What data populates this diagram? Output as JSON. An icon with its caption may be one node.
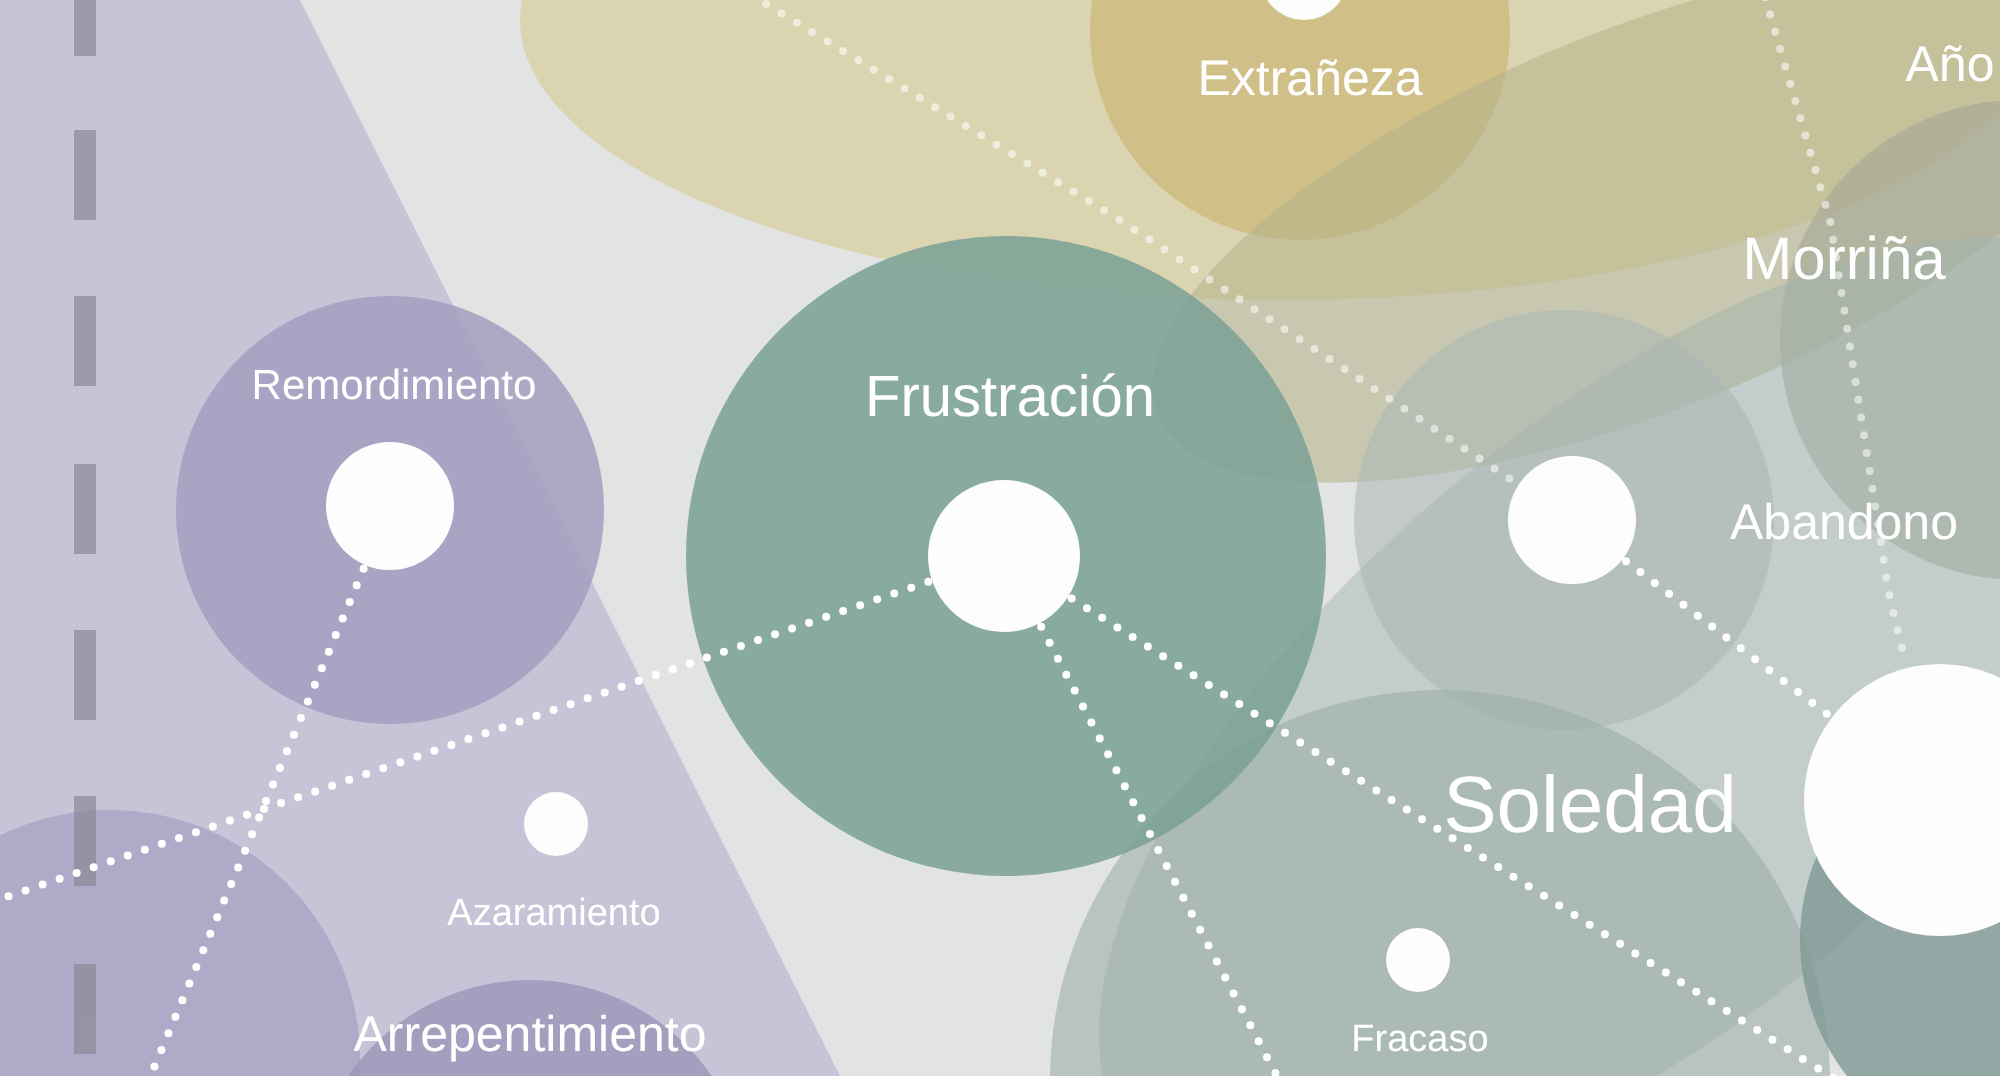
{
  "diagram": {
    "nodes": [
      {
        "text": [],
        "shape": "circle",
        "beside": [
          "Remordimiento"
        ]
      },
      {
        "text": [],
        "shape": "circle",
        "beside": [
          "Frustración"
        ]
      },
      {
        "text": [],
        "shape": "circle",
        "beside": [
          "Abandono"
        ]
      },
      {
        "text": [],
        "shape": "circle",
        "beside": [
          "Azaramiento"
        ]
      },
      {
        "text": [],
        "shape": "circle",
        "beside": [
          "Soledad"
        ]
      },
      {
        "text": [],
        "shape": "circle",
        "beside": [
          "Fracaso"
        ]
      },
      {
        "text": [],
        "shape": "circle",
        "beside": [
          "Extrañeza"
        ]
      }
    ],
    "edges": [
      {
        "from": 1,
        "to": null,
        "arrow": "none"
      },
      {
        "from": 0,
        "to": null,
        "arrow": "none"
      },
      {
        "from": 1,
        "to": null,
        "arrow": "none"
      },
      {
        "from": 1,
        "to": null,
        "arrow": "none"
      },
      {
        "from": 2,
        "to": 4,
        "arrow": "none"
      },
      {
        "from": null,
        "to": 2,
        "arrow": "none"
      },
      {
        "from": null,
        "to": 4,
        "arrow": "none"
      }
    ],
    "labels": [
      "Año",
      "Morriña",
      "Arrepentimiento"
    ]
  }
}
